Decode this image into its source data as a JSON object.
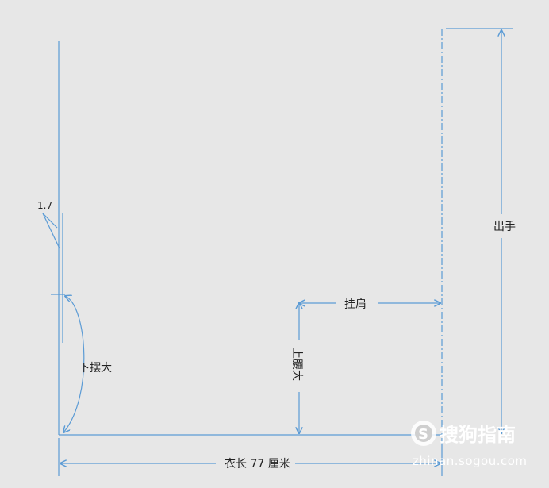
{
  "diagram": {
    "labels": {
      "hem_offset": "1.7",
      "hem_width": "下摆大",
      "shoulder": "挂肩",
      "waist": "上腰大",
      "sleeve": "出手",
      "length": "衣长 77 厘米"
    },
    "colors": {
      "line": "#5b9bd5",
      "background": "#e7e7e7",
      "text": "#222222"
    }
  },
  "watermark": {
    "brand": "搜狗指南",
    "url": "zhinan.sogou.com"
  }
}
